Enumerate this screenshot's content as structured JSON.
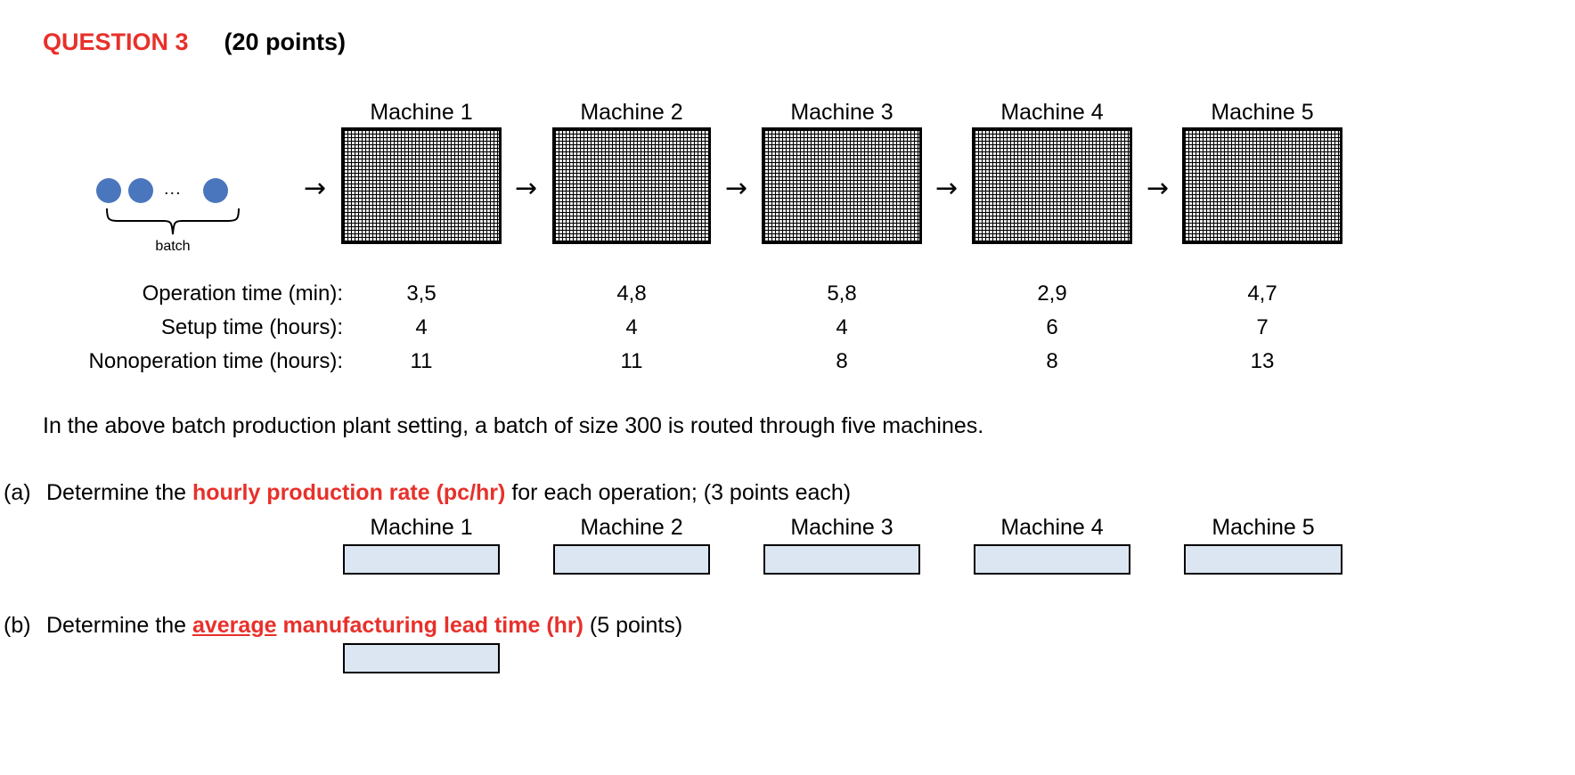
{
  "header": {
    "question_label": "QUESTION 3",
    "points": "(20 points)",
    "accent_color": "#e8302a"
  },
  "batch": {
    "dot_color": "#4a76bd",
    "dot_count_shown": 3,
    "ellipsis": "...",
    "label": "batch"
  },
  "flow": {
    "arrow_glyph": "→",
    "arrow_count": 5
  },
  "diagram": {
    "machine_titles": [
      "Machine 1",
      "Machine 2",
      "Machine 3",
      "Machine 4",
      "Machine 5"
    ]
  },
  "spec_table": {
    "row_labels": [
      "Operation time (min):",
      "Setup time (hours):",
      "Nonoperation time (hours):"
    ],
    "rows": [
      [
        "3,5",
        "4,8",
        "5,8",
        "2,9",
        "4,7"
      ],
      [
        "4",
        "4",
        "4",
        "6",
        "7"
      ],
      [
        "11",
        "11",
        "8",
        "8",
        "13"
      ]
    ]
  },
  "intro_paragraph": "In the above batch production plant setting, a batch of size 300 is routed through five machines.",
  "question_a": {
    "marker": "(a)",
    "text_before": "Determine the ",
    "emphasis": "hourly production rate (pc/hr)",
    "text_after": " for each operation; (3 points each)",
    "answer_titles": [
      "Machine 1",
      "Machine 2",
      "Machine 3",
      "Machine 4",
      "Machine 5"
    ],
    "answer_values": [
      "",
      "",
      "",
      "",
      ""
    ]
  },
  "question_b": {
    "marker": "(b)",
    "text_before": "Determine the ",
    "emphasis_underlined": "average",
    "emphasis_rest": " manufacturing lead time (hr)",
    "text_after": " (5 points)",
    "answer_value": ""
  },
  "colors": {
    "answer_box_fill": "#dce6f2",
    "machine_fill": "#e8e8e8",
    "background": "#ffffff"
  }
}
